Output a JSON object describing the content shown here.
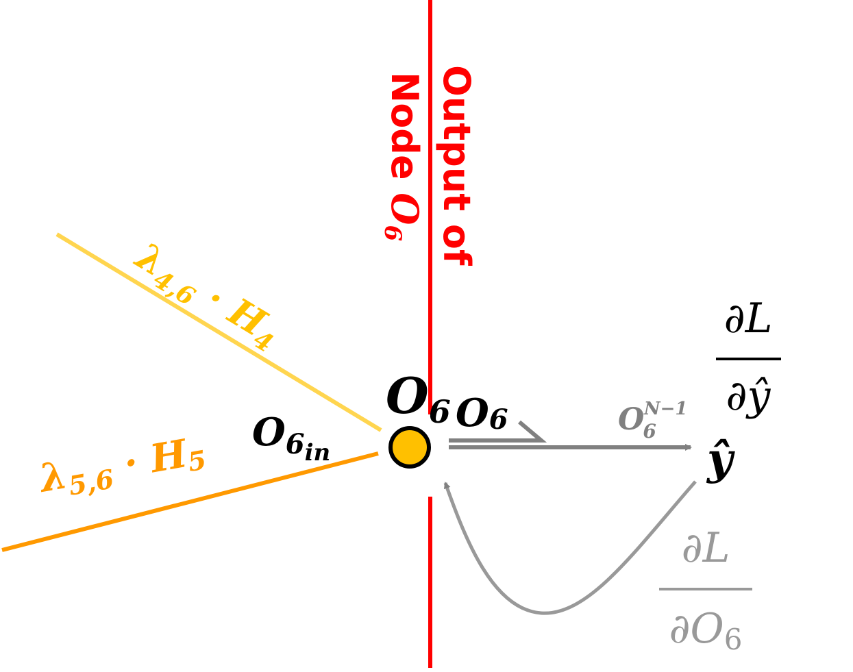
{
  "colors": {
    "red": "#FF0000",
    "yellow_line": "#FFD54F",
    "yellow_text": "#FFC000",
    "orange": "#FF9900",
    "node_fill": "#FFC000",
    "gray": "#808080",
    "black": "#000000"
  },
  "output_label": {
    "line1": "Output of",
    "line2": "Node",
    "symbol": "O",
    "sub": "6"
  },
  "edge_h4": {
    "lambda": "λ",
    "lambda_sub": "4,6",
    "dot": "·",
    "var": "H",
    "var_sub": "4"
  },
  "edge_h5": {
    "lambda": "λ",
    "lambda_sub": "5,6",
    "dot": "·",
    "var": "H",
    "var_sub": "5"
  },
  "node_label": {
    "symbol": "O",
    "sub": "6"
  },
  "node_input": {
    "symbol": "O",
    "sub": "6",
    "subsub": "in"
  },
  "forward_label": {
    "symbol": "O",
    "sub": "6"
  },
  "forward_power": {
    "symbol": "O",
    "sub": "6",
    "sup": "N−1"
  },
  "output": {
    "symbol": "ŷ"
  },
  "grad_yhat": {
    "num": "∂L",
    "den": "∂ŷ"
  },
  "grad_o6": {
    "num": "∂L",
    "den": "∂O",
    "den_sub": "6"
  }
}
